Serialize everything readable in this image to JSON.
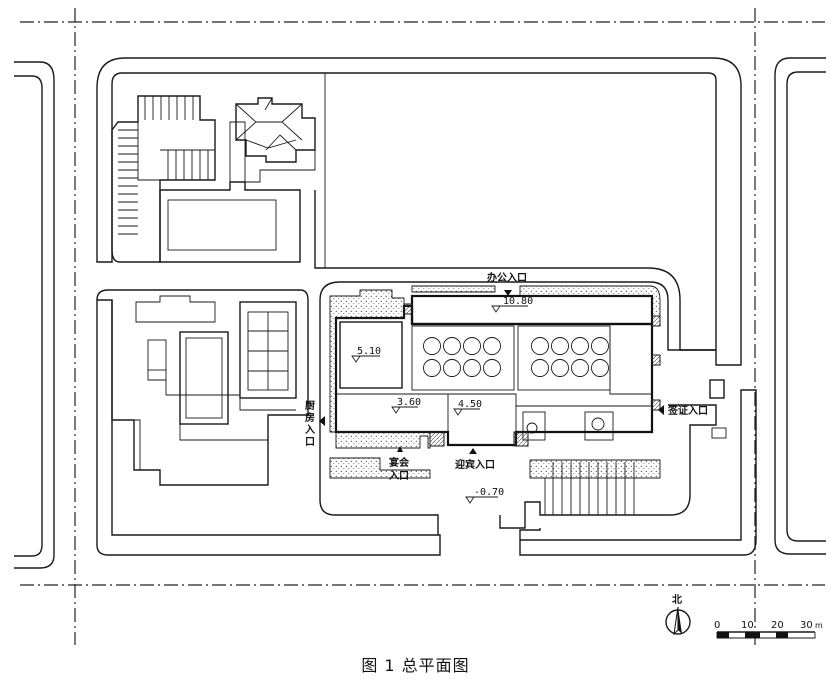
{
  "labels": {
    "office_entrance": "办公入口",
    "kitchen_entrance_1": "厨",
    "kitchen_entrance_2": "房",
    "kitchen_entrance_3": "入",
    "kitchen_entrance_4": "口",
    "visa_entrance": "签证入口",
    "banquet_entrance_1": "宴会",
    "banquet_entrance_2": "入口",
    "reception_entrance": "迎宾入口"
  },
  "elevations": {
    "office": "10.80",
    "hall_west": "5.10",
    "banquet": "3.60",
    "reception": "4.50",
    "forecourt": "-0.70"
  },
  "north": {
    "label": "北"
  },
  "scale_bar": {
    "ticks": [
      "0",
      "10",
      "20",
      "30"
    ],
    "unit": "m"
  },
  "caption": "图 1   总平面图"
}
